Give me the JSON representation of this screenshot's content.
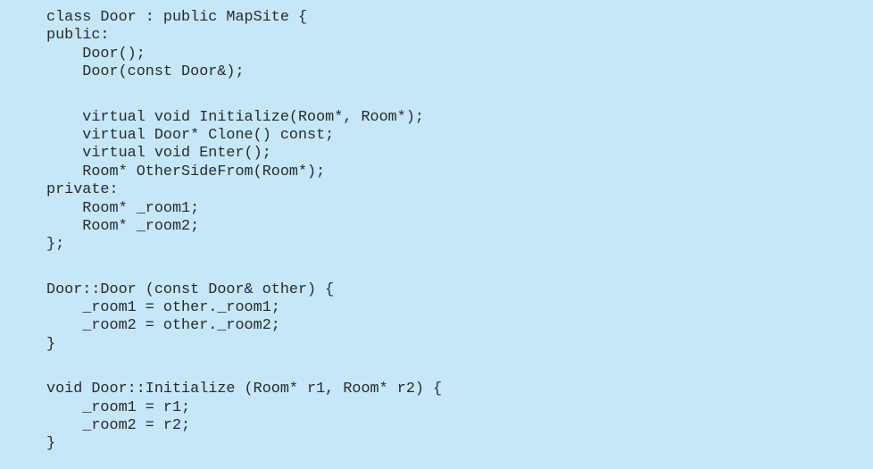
{
  "code_lines": [
    "class Door : public MapSite {",
    "public:",
    "    Door();",
    "    Door(const Door&);",
    "    virtual void Initialize(Room*, Room*);",
    "    virtual Door* Clone() const;",
    "    virtual void Enter();",
    "    Room* OtherSideFrom(Room*);",
    "private:",
    "    Room* _room1;",
    "    Room* _room2;",
    "};",
    "Door::Door (const Door& other) {",
    "    _room1 = other._room1;",
    "    _room2 = other._room2;",
    "}",
    "void Door::Initialize (Room* r1, Room* r2) {",
    "    _room1 = r1;",
    "    _room2 = r2;",
    "}"
  ]
}
